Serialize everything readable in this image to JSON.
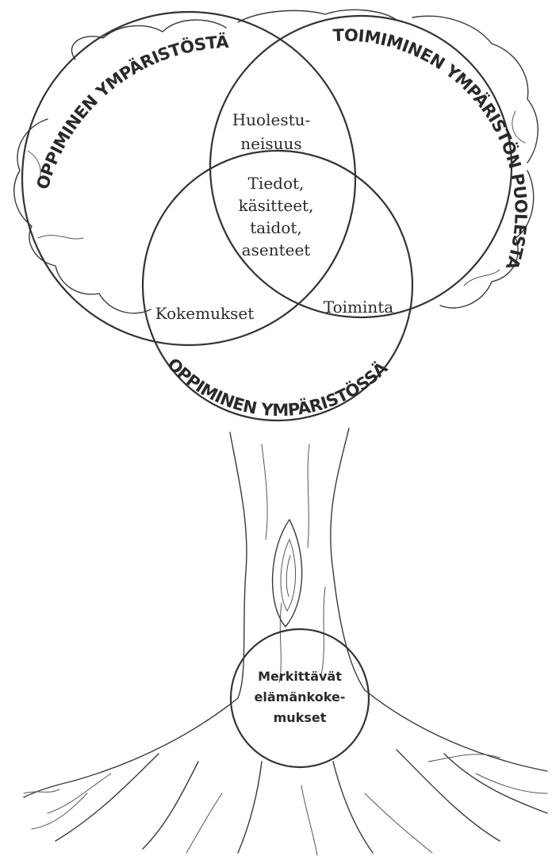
{
  "diagram": {
    "circles": {
      "left": {
        "label": "OPPIMINEN YMPÄRISTÖSTÄ"
      },
      "right": {
        "label": "TOIMIMINEN YMPÄRISTÖN PUOLESTA"
      },
      "bottom": {
        "label": "OPPIMINEN YMPÄRISTÖSSÄ"
      }
    },
    "regions": {
      "top_overlap": [
        "Huolestu-",
        "neisuus"
      ],
      "center": [
        "Tiedot,",
        "käsitteet,",
        "taidot,",
        "asenteet"
      ],
      "left_overlap": "Kokemukset",
      "right_overlap": "Toiminta"
    },
    "root": {
      "lines": [
        "Merkittävät",
        "elämänkoke-",
        "mukset"
      ]
    }
  }
}
